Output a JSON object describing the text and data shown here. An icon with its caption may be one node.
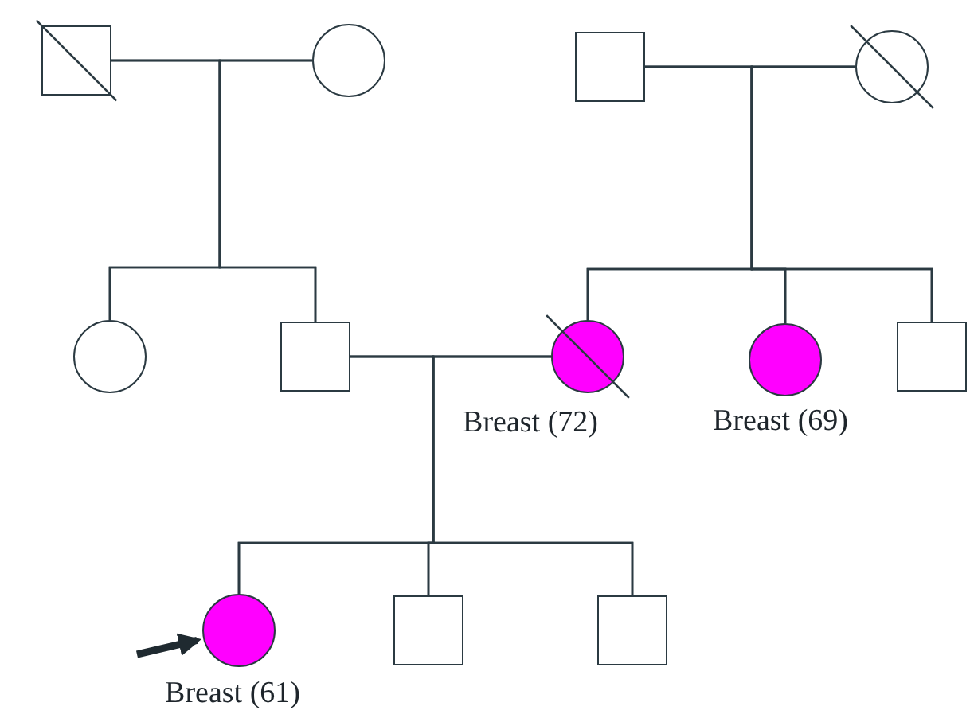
{
  "diagram": {
    "nodes": [
      {
        "text": [],
        "shape": "box"
      },
      {
        "text": [],
        "shape": "circle"
      },
      {
        "text": [],
        "shape": "box"
      },
      {
        "text": [],
        "shape": "circle"
      },
      {
        "text": [],
        "shape": "circle"
      },
      {
        "text": [],
        "shape": "box"
      },
      {
        "beside": [
          "Breast (72)"
        ],
        "text": [],
        "shape": "circle"
      },
      {
        "beside": [
          "Breast (69)"
        ],
        "text": [],
        "shape": "circle"
      },
      {
        "text": [],
        "shape": "box"
      },
      {
        "beside": [
          "Breast (61)"
        ],
        "text": [],
        "shape": "circle"
      },
      {
        "text": [],
        "shape": "box"
      },
      {
        "text": [],
        "shape": "box"
      }
    ],
    "edges": [
      {
        "from": 0,
        "to": 1,
        "arrow": "none"
      },
      {
        "from": 0,
        "to": 4,
        "arrow": "none"
      },
      {
        "from": 1,
        "to": 4,
        "arrow": "none"
      },
      {
        "from": 0,
        "to": 5,
        "arrow": "none"
      },
      {
        "from": 1,
        "to": 5,
        "arrow": "none"
      },
      {
        "from": 2,
        "to": 3,
        "arrow": "none"
      },
      {
        "from": 2,
        "to": 6,
        "arrow": "none"
      },
      {
        "from": 3,
        "to": 6,
        "arrow": "none"
      },
      {
        "from": 2,
        "to": 7,
        "arrow": "none"
      },
      {
        "from": 3,
        "to": 7,
        "arrow": "none"
      },
      {
        "from": 2,
        "to": 8,
        "arrow": "none"
      },
      {
        "from": 3,
        "to": 8,
        "arrow": "none"
      },
      {
        "from": 5,
        "to": 6,
        "arrow": "none"
      },
      {
        "from": 5,
        "to": 9,
        "arrow": "none"
      },
      {
        "from": 6,
        "to": 9,
        "arrow": "none"
      },
      {
        "from": 5,
        "to": 10,
        "arrow": "none"
      },
      {
        "from": 6,
        "to": 10,
        "arrow": "none"
      },
      {
        "from": 5,
        "to": 11,
        "arrow": "none"
      },
      {
        "from": 6,
        "to": 11,
        "arrow": "none"
      },
      {
        "from": null,
        "to": 9,
        "arrow": "to",
        "style": "thick"
      }
    ]
  }
}
